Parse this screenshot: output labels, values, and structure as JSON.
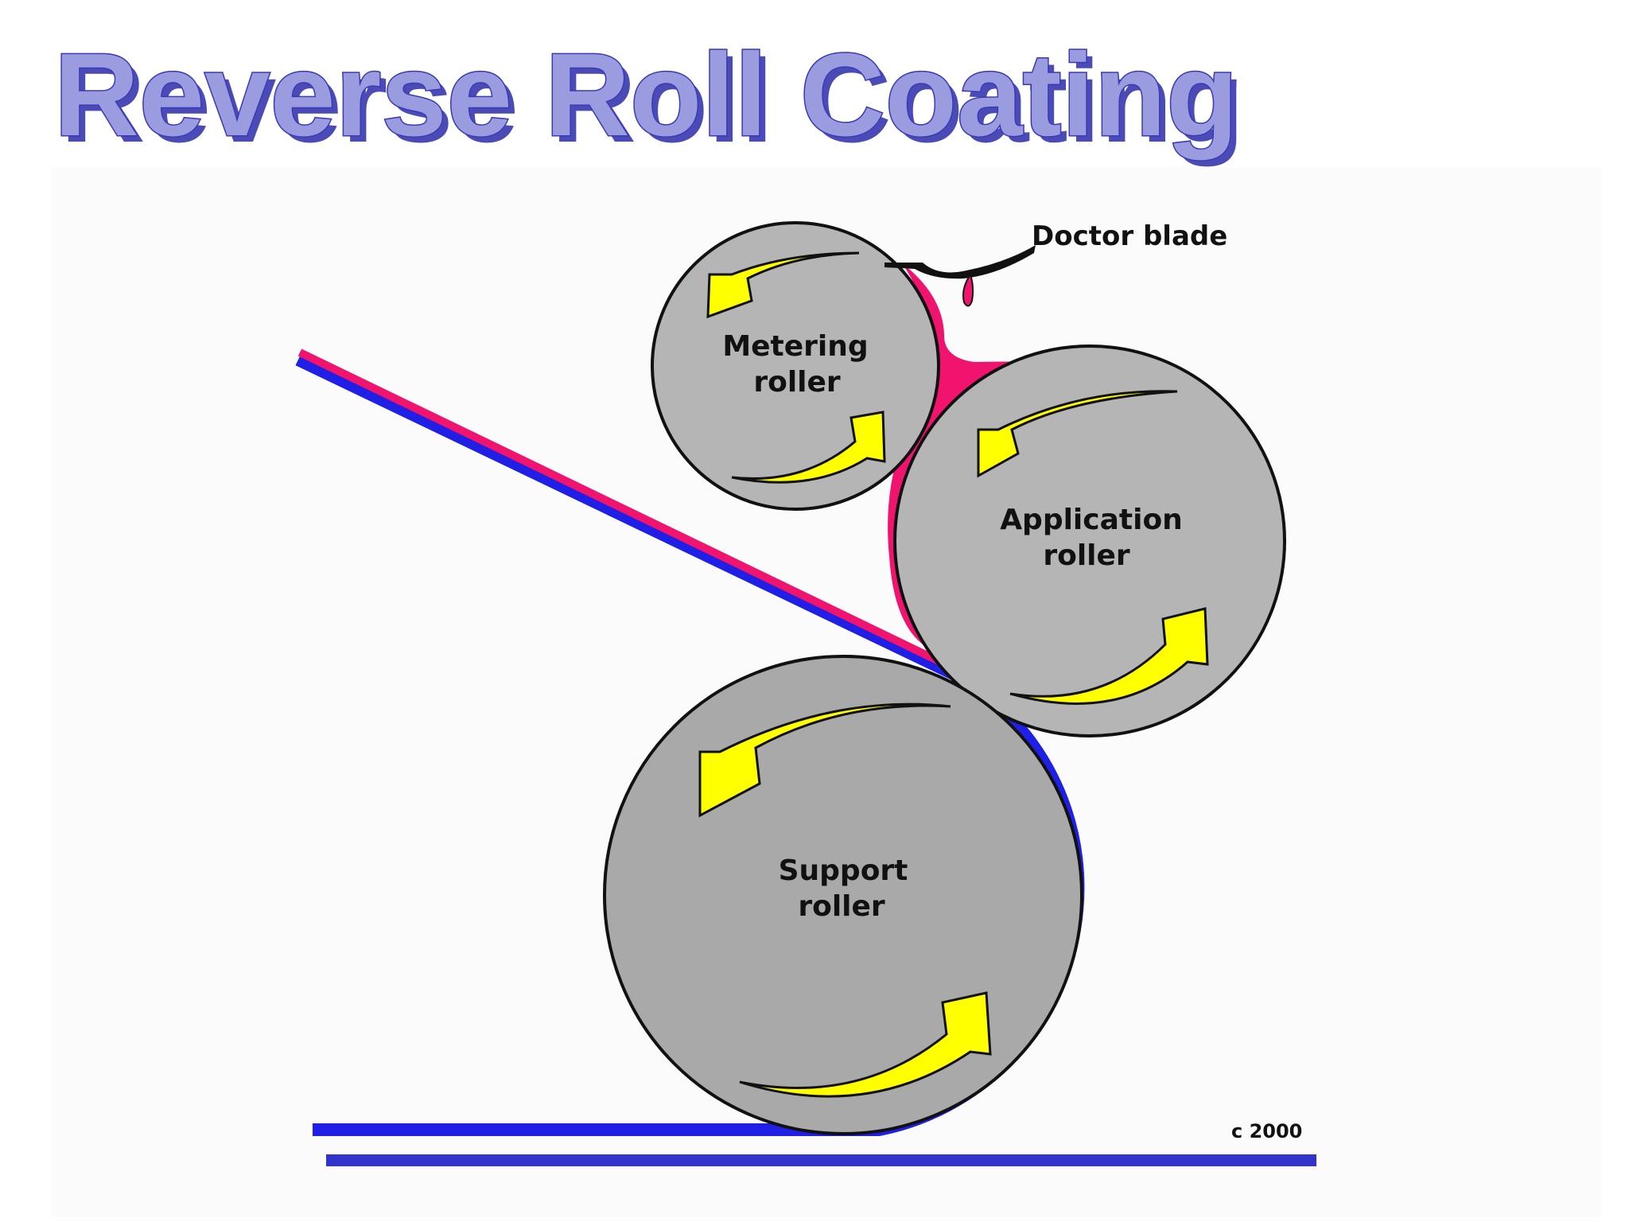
{
  "title": "Reverse Roll Coating",
  "rollers": {
    "metering": {
      "line1": "Metering",
      "line2": "roller"
    },
    "application": {
      "line1": "Application",
      "line2": "roller"
    },
    "support": {
      "line1": "Support",
      "line2": "roller"
    }
  },
  "callouts": {
    "doctor_blade": "Doctor blade"
  },
  "copyright": "c 2000",
  "colors": {
    "title_fill": "#9b9be0",
    "title_stroke": "#3a3ab4",
    "roller_gray": "#a9a9a9",
    "arrow_yellow": "#ffff00",
    "substrate_blue": "#1f1fe6",
    "coating_pink": "#f0146e"
  }
}
